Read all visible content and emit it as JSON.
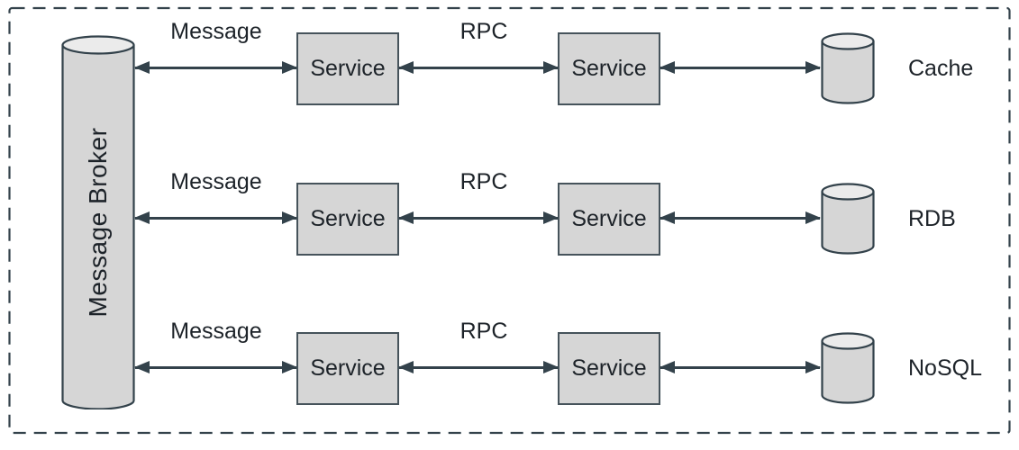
{
  "broker": {
    "label": "Message Broker"
  },
  "rows": [
    {
      "message_label": "Message",
      "rpc_label": "RPC",
      "services": [
        "Service",
        "Service"
      ],
      "datastore_label": "Cache"
    },
    {
      "message_label": "Message",
      "rpc_label": "RPC",
      "services": [
        "Service",
        "Service"
      ],
      "datastore_label": "RDB"
    },
    {
      "message_label": "Message",
      "rpc_label": "RPC",
      "services": [
        "Service",
        "Service"
      ],
      "datastore_label": "NoSQL"
    }
  ],
  "colors": {
    "stroke": "#33424b",
    "box_border": "#46535b",
    "fill": "#d6d6d6",
    "fill_light": "#ebebeb",
    "text": "#1d2329",
    "background": "#ffffff"
  }
}
